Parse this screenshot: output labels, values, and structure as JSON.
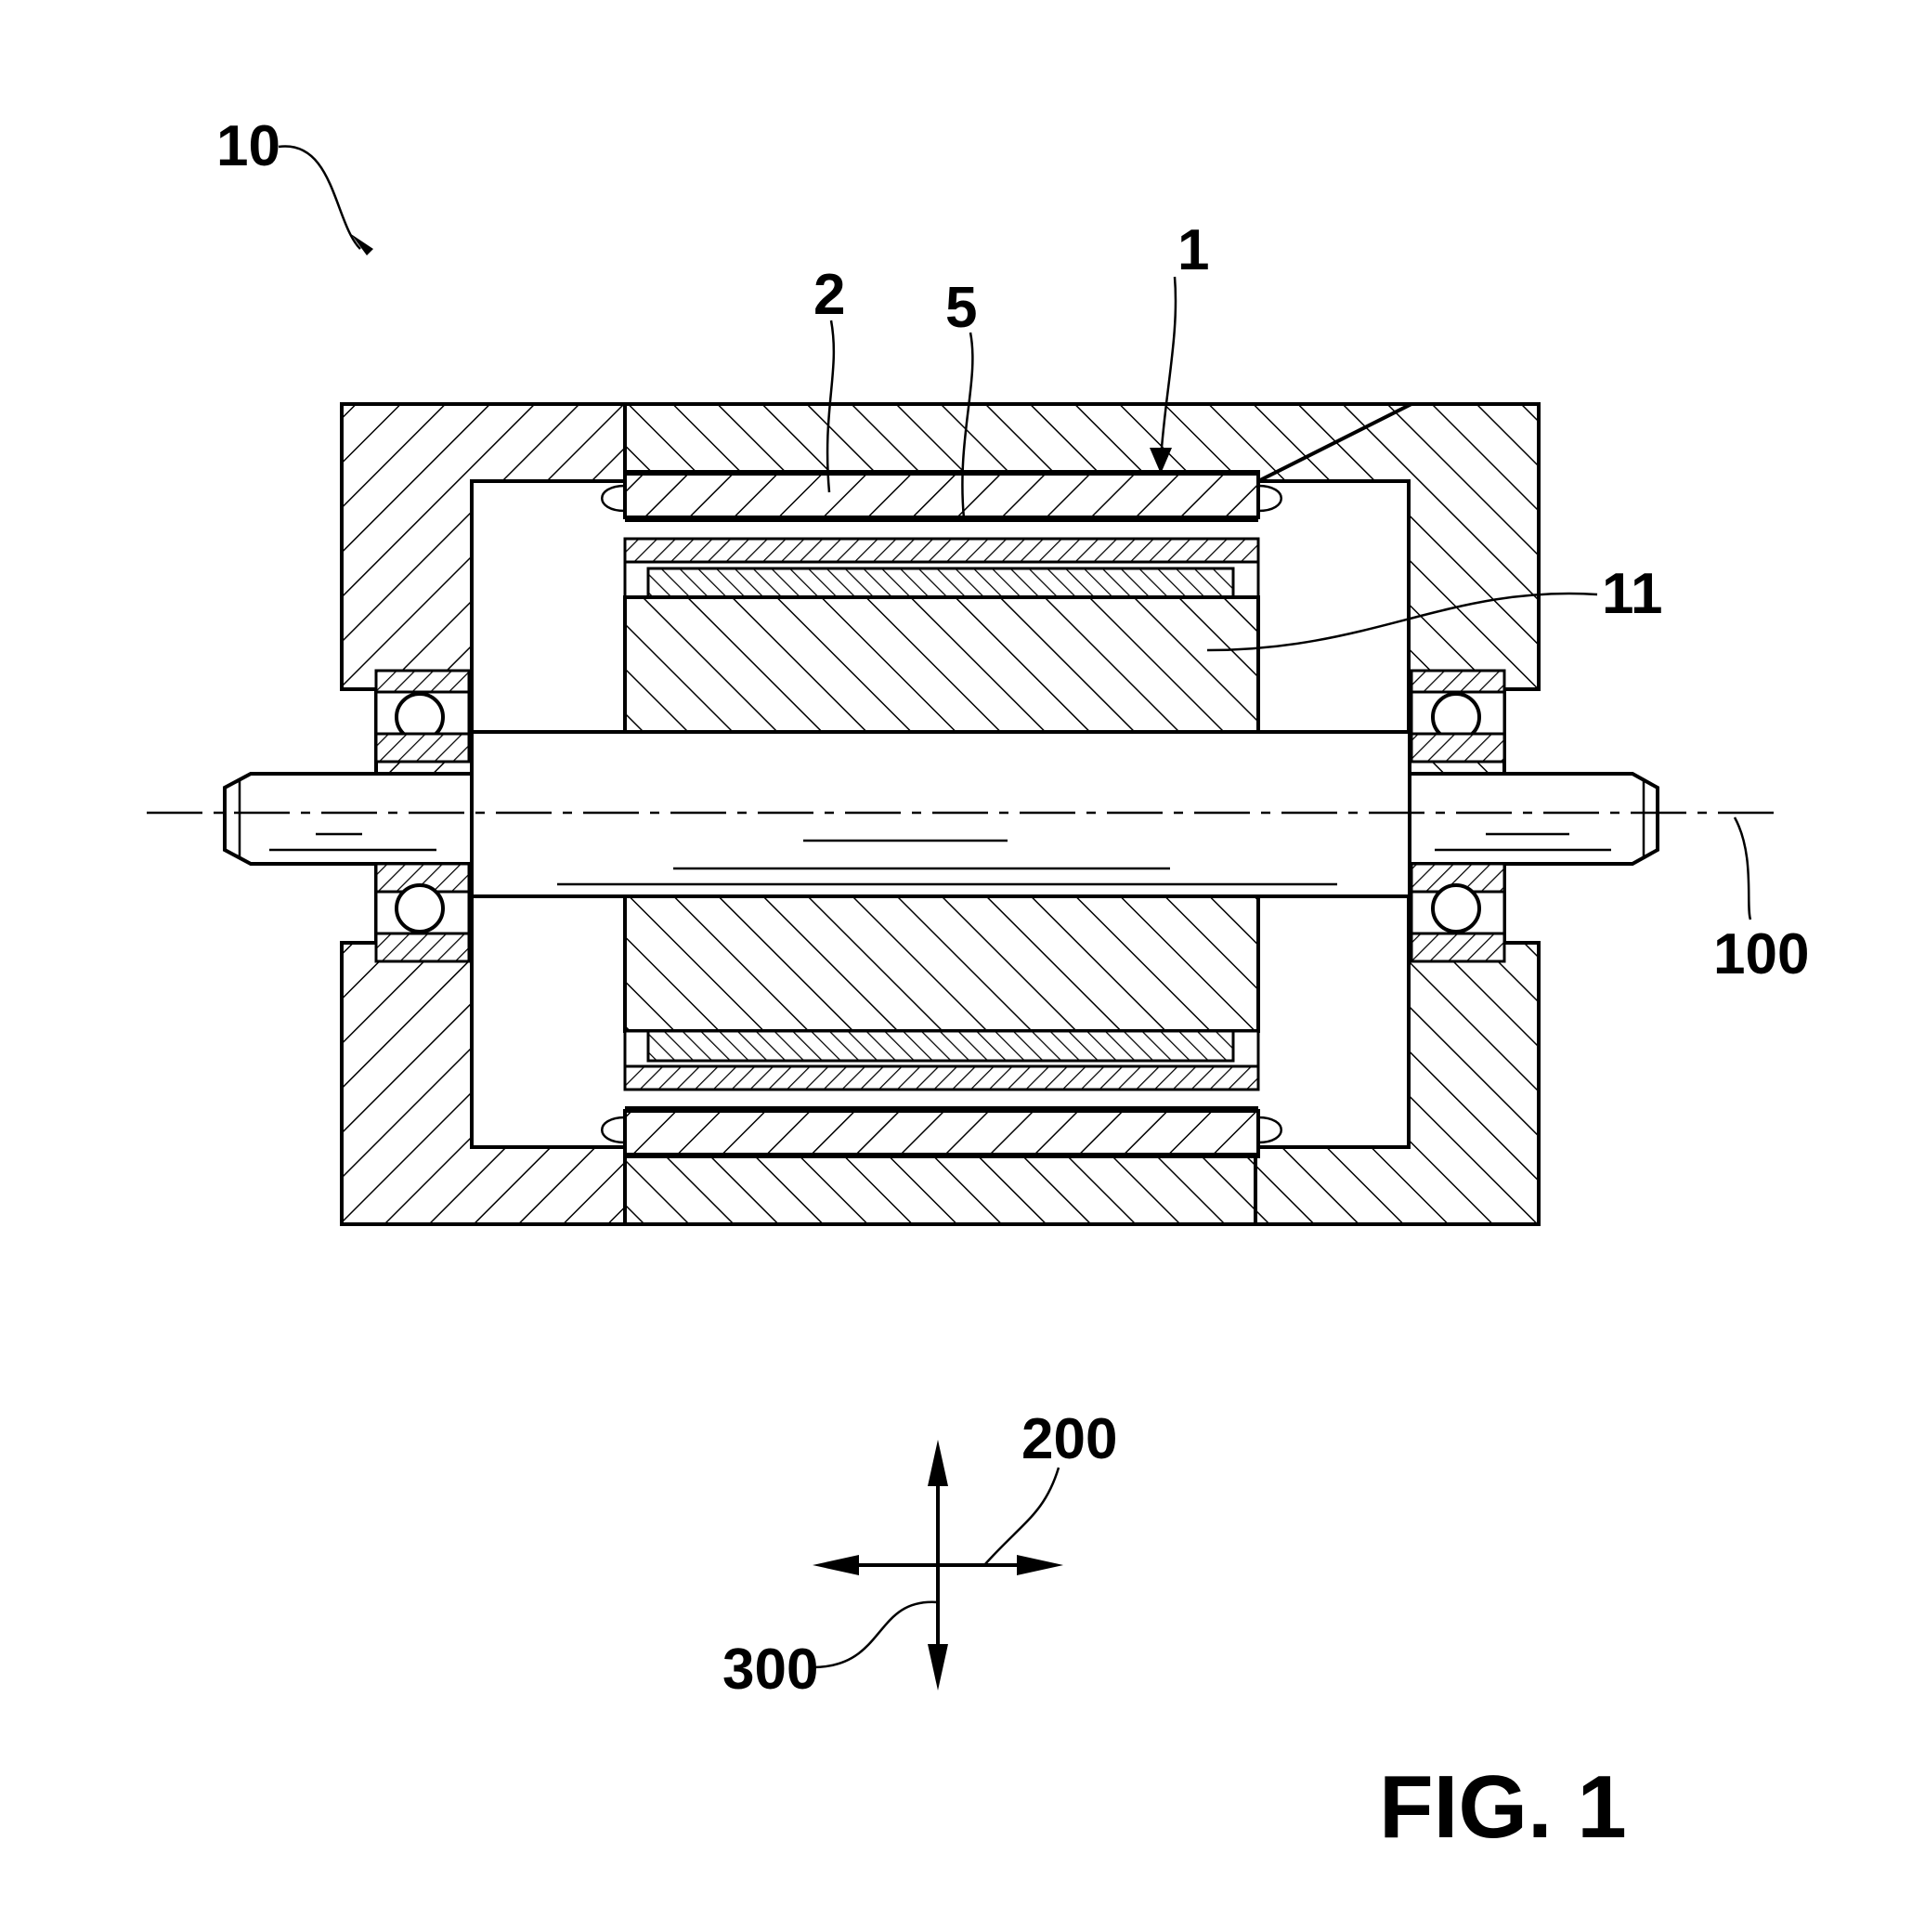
{
  "figure_label": "FIG. 1",
  "reference_numerals": {
    "machine": "10",
    "stator": "1",
    "winding": "2",
    "gap_layer": "5",
    "rotor": "11",
    "axis": "100",
    "axial_direction": "200",
    "radial_direction": "300"
  },
  "colors": {
    "line": "#000000",
    "background": "#ffffff"
  }
}
